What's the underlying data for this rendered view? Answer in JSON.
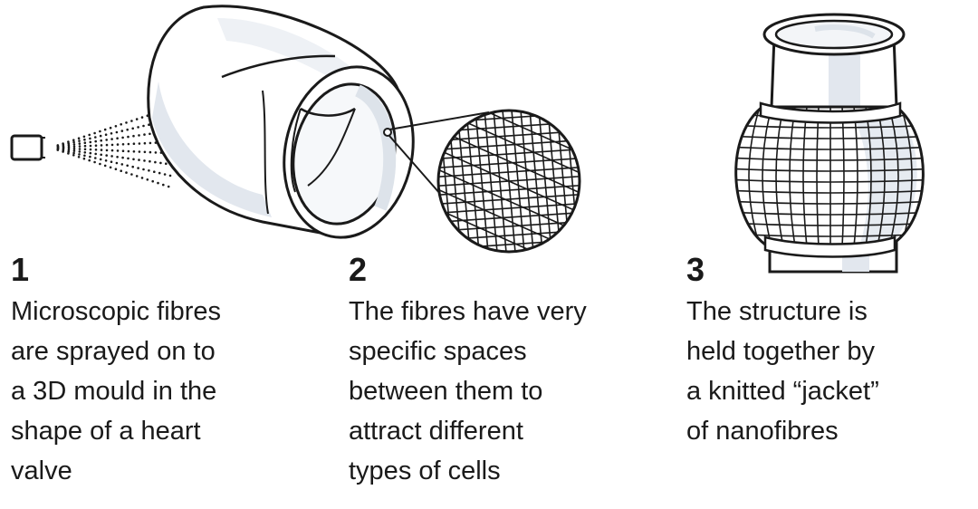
{
  "colors": {
    "ink": "#1a1a1a",
    "shade": "#dde3ea",
    "background": "#ffffff"
  },
  "steps": [
    {
      "number": "1",
      "lines": [
        "Microscopic fibres",
        "are sprayed on to",
        "a 3D mould in the",
        "shape of a heart",
        "valve"
      ],
      "illustration": "spray-nozzle-and-mould"
    },
    {
      "number": "2",
      "lines": [
        "The fibres have very",
        "specific spaces",
        "between them to",
        "attract different",
        "types of cells"
      ],
      "illustration": "magnified-fibre-mesh"
    },
    {
      "number": "3",
      "lines": [
        "The structure is",
        "held together by",
        "a knitted “jacket”",
        "of nanofibres"
      ],
      "illustration": "knitted-jacket-valve"
    }
  ]
}
